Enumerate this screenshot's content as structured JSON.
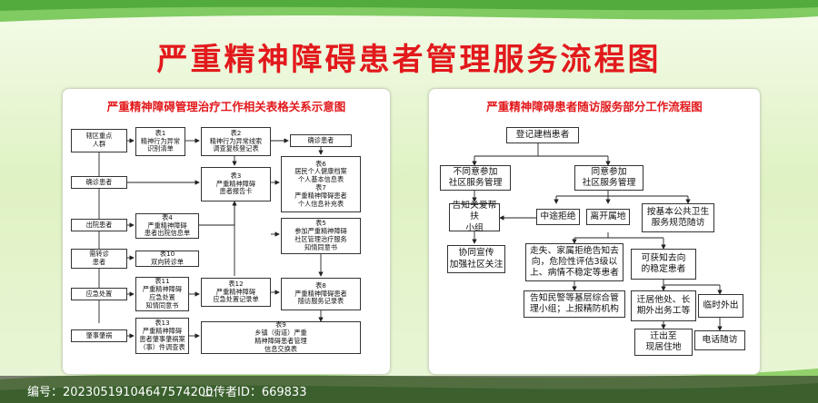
{
  "main_title": "严重精神障碍患者管理服务流程图",
  "colors": {
    "title_red": "#e2191c",
    "bg_green": "#dff2c3",
    "accent_green": "#5cb531"
  },
  "left": {
    "title": "严重精神障碍管理治疗工作相关表格关系示意图",
    "nodes": {
      "area": "辖区重点\n人群",
      "t1": "表1\n精神行为异常\n识别清单",
      "t2": "表2\n精神行为异常线索\n调查复核登记表",
      "confirmed_top": "确诊患者",
      "confirmed": "确诊患者",
      "t3": "表3\n严重精神障碍\n患者报告卡",
      "t6": "表6\n居民个人健康档案\n个人基本信息表\n表7\n严重精神障碍患者\n个人信息补充表",
      "discharged": "出院患者",
      "t4": "表4\n严重精神障碍\n患者出院信息单",
      "t5": "表5\n参加严重精神障碍\n社区管理治疗服务\n知情同意书",
      "referral": "需转诊\n患者",
      "t10": "表10\n双向转诊单",
      "emergency": "应急处置",
      "t11": "表11\n严重精神障碍\n应急处置\n知情同意书",
      "t12": "表12\n严重精神障碍\n应急处置记录单",
      "t8": "表8\n严重精神障碍患者\n随访服务记录表",
      "incident": "肇事肇祸",
      "t13": "表13\n严重精神障碍\n患者肇事肇祸案\n（事）件调查表",
      "t9": "表9\n乡镇（街道）严重\n精神障碍患者管理\n信息交换表"
    }
  },
  "right": {
    "title": "严重精神障碍患者随访服务部分工作流程图",
    "nodes": {
      "register": "登记建档患者",
      "disagree": "不同意参加\n社区服务管理",
      "agree": "同意参加\n社区服务管理",
      "inform": "告知关爱帮扶\n小组",
      "refuse": "中途拒绝",
      "leave": "离开属地",
      "basic": "按基本公共卫生\n服务规范随访",
      "publicize": "协同宣传\n加强社区关注",
      "lost": "走失、家属拒绝告知去\n向，危险性评估3级以\n上、病情不稳定等患者",
      "known": "可获知去向\n的稳定患者",
      "police": "告知民警等基层综合管\n理小组；上报精防机构",
      "transfer": "迁居他处、长\n期外出务工等",
      "temp": "临时外出",
      "move": "迁出至\n现居住地",
      "phone": "电话随访"
    }
  },
  "watermark": {
    "code": "编号：20230519104647574200",
    "uploader": "上传者ID：669833"
  }
}
